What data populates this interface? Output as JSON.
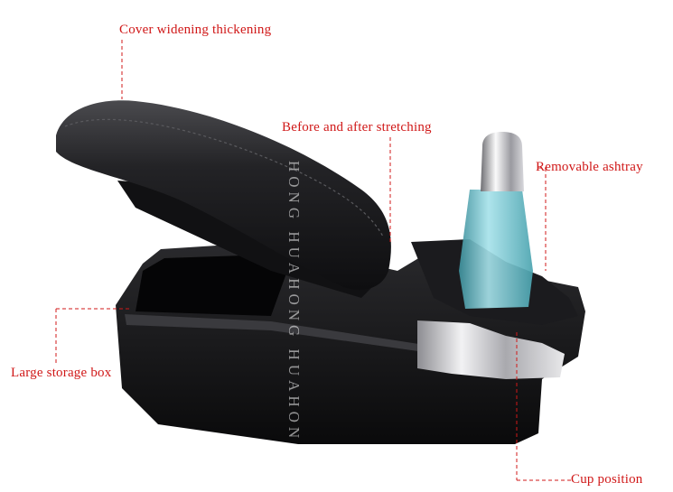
{
  "labels": {
    "cover": "Cover widening thickening",
    "stretch": "Before and after stretching",
    "ashtray": "Removable ashtray",
    "storage": "Large storage box",
    "cup": "Cup position"
  },
  "watermark": "HONG  HUAHONG  HUAHONG  HUAHONG",
  "colors": {
    "label": "#d01818",
    "leader": "#d01818",
    "leather": "#1d1d1f",
    "plastic": "#141416",
    "chrome": "#c9c9cc",
    "bottle_glass": "#5fb6c2"
  }
}
